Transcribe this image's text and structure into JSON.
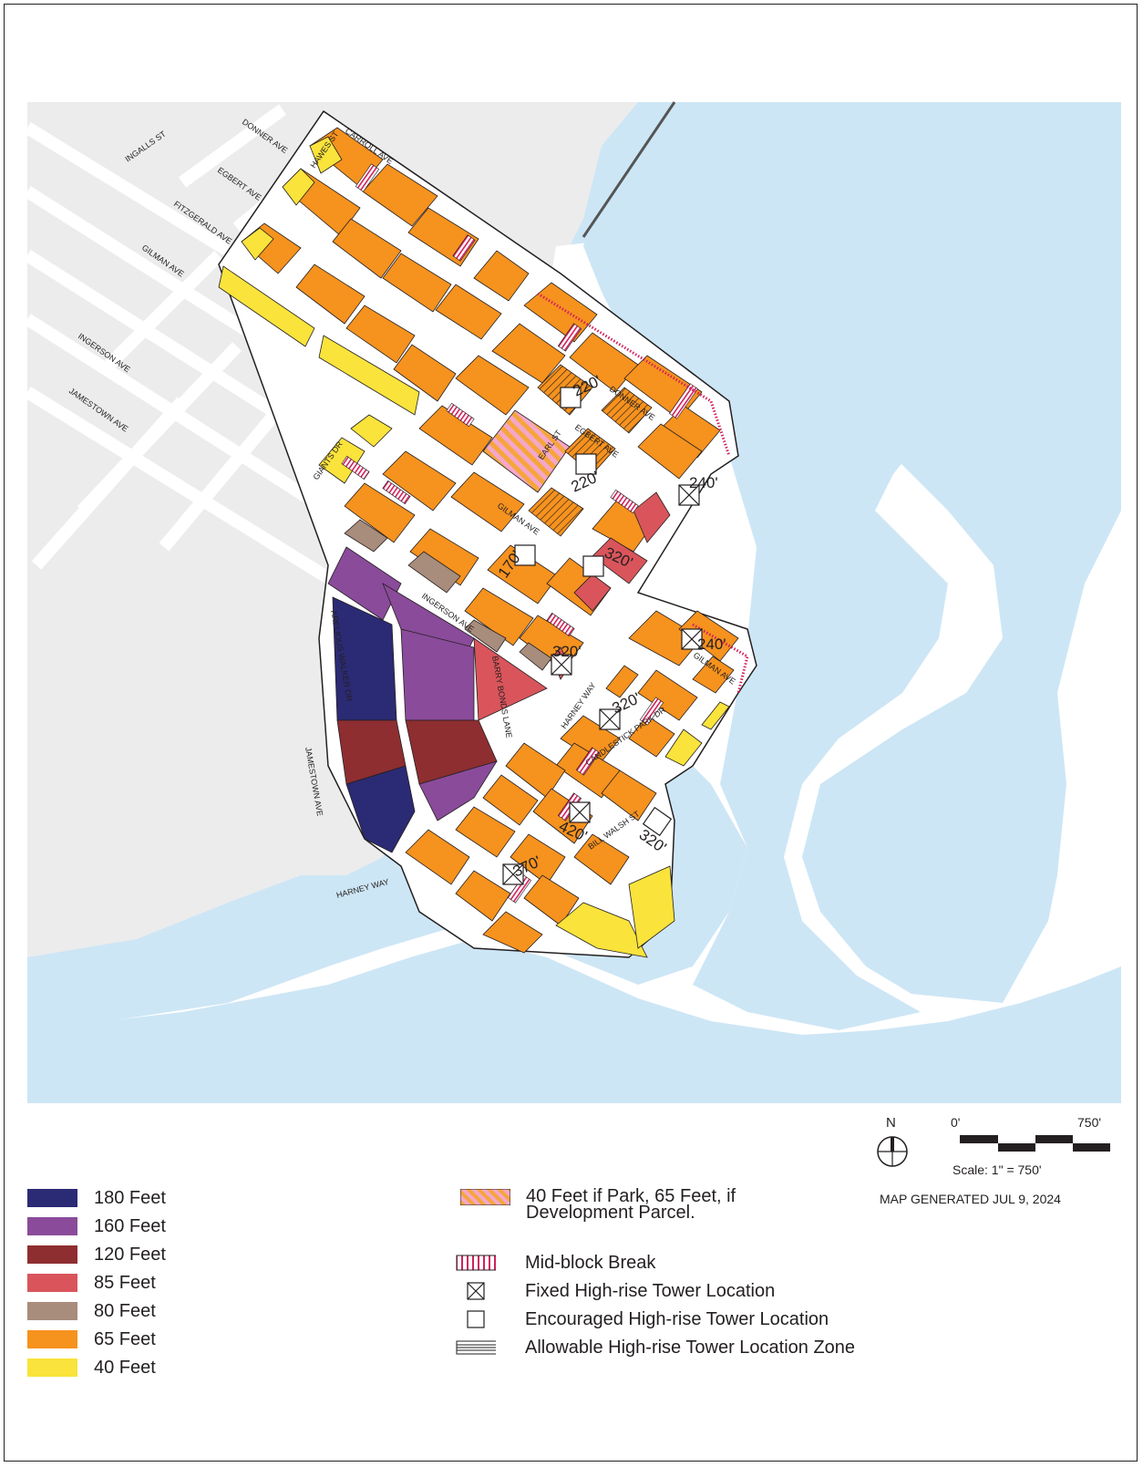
{
  "legend": {
    "heights": [
      {
        "label": "180 Feet",
        "color": "#2b2a74"
      },
      {
        "label": "160 Feet",
        "color": "#8a4b9a"
      },
      {
        "label": "120 Feet",
        "color": "#8e2e31"
      },
      {
        "label": "85 Feet",
        "color": "#d9555b"
      },
      {
        "label": "80 Feet",
        "color": "#a88c7c"
      },
      {
        "label": "65 Feet",
        "color": "#f6921e"
      },
      {
        "label": "40 Feet",
        "color": "#fae33b"
      }
    ],
    "park_line1": "40 Feet if Park, 65 Feet, if",
    "park_line2": "Development Parcel.",
    "symbols": [
      {
        "label": "Mid-block Break",
        "icon": "mid-block-break-icon"
      },
      {
        "label": "Fixed High-rise Tower Location",
        "icon": "fixed-tower-icon"
      },
      {
        "label": "Encouraged High-rise Tower Location",
        "icon": "encouraged-tower-icon"
      },
      {
        "label": "Allowable High-rise Tower Location Zone",
        "icon": "allowable-zone-icon"
      }
    ]
  },
  "north": "N",
  "scale": {
    "start": "0'",
    "end": "750'",
    "caption": "Scale: 1\" = 750'"
  },
  "generated": "MAP GENERATED JUL 9, 2024",
  "tower_heights": [
    "220'",
    "220'",
    "240'",
    "320'",
    "170'",
    "320'",
    "240'",
    "320'",
    "420'",
    "370'",
    "320'"
  ],
  "streets": [
    "DONNER AVE",
    "CARROLL AVE",
    "INGALLS ST",
    "HAWES ST",
    "EGBERT AVE",
    "FITZGERALD AVE",
    "GILMAN AVE",
    "INGERSON AVE",
    "JAMESTOWN AVE",
    "GIANTS DR",
    "DONNER AVE",
    "EGBERT AVE",
    "EARL ST",
    "GILMAN AVE",
    "INGERSON AVE",
    "HARNEY WAY",
    "CANDLESTICK PARK DR",
    "BILL WALSH ST",
    "BARRY BONDS LANE",
    "GILMAN AVE",
    "HARNEY WAY",
    "ARELIOUS WALKER DR",
    "JAMESTOWN AVE"
  ],
  "colors": {
    "water": "#cde6f5",
    "land": "#ececed",
    "white": "#ffffff"
  }
}
